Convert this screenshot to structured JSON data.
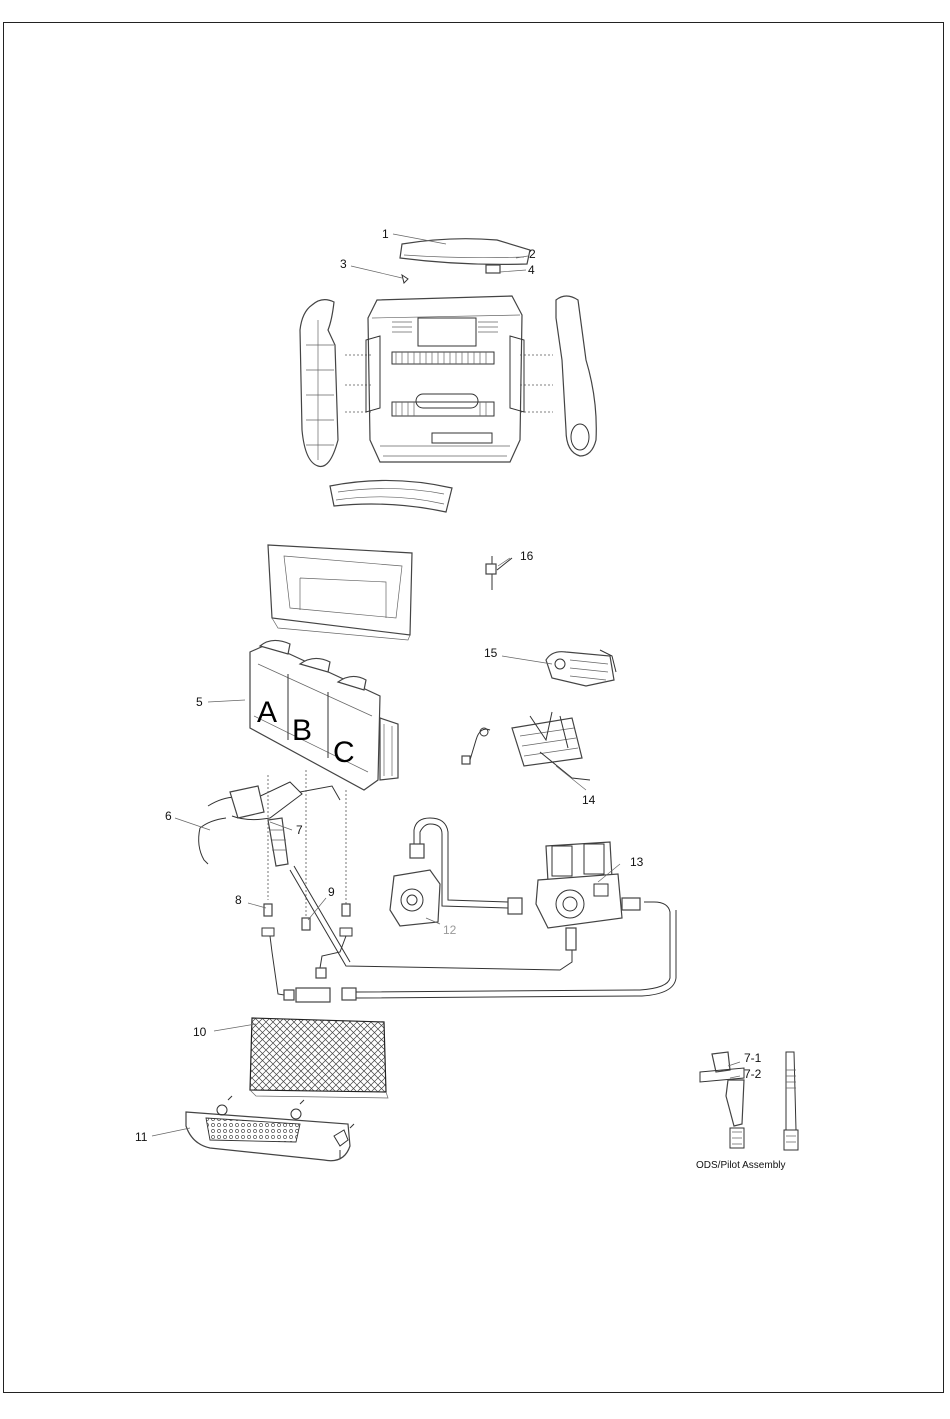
{
  "diagram": {
    "part_callouts": {
      "p1": "1",
      "p2": "2",
      "p3": "3",
      "p4": "4",
      "p5": "5",
      "p6": "6",
      "p7": "7",
      "p8": "8",
      "p9": "9",
      "p10": "10",
      "p11": "11",
      "p12": "12",
      "p13": "13",
      "p14": "14",
      "p15": "15",
      "p16": "16",
      "p7_1": "7-1",
      "p7_2": "7-2"
    },
    "burner_panels": {
      "a": "A",
      "b": "B",
      "c": "C"
    },
    "inset_caption": "ODS/Pilot Assembly"
  }
}
